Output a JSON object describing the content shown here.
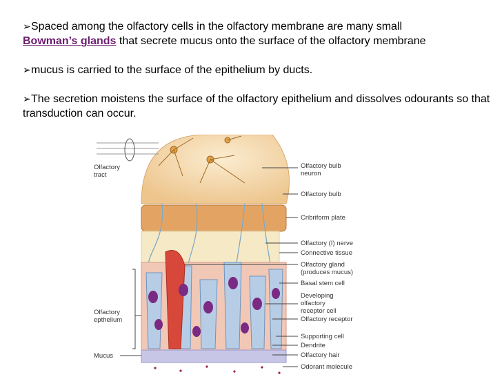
{
  "bullets": {
    "b1_part1": "Spaced among the olfactory cells in the olfactory membrane are many small",
    "b1_highlight": "Bowman’s glands",
    "b1_part2": "that secrete mucus onto the surface of the olfactory membrane",
    "b2": "mucus  is carried to the surface of the epithelium by ducts.",
    "b3": "The secretion moistens the surface of the olfactory epithelium and dissolves odourants so that transduction can occur."
  },
  "labels_left": {
    "olfactory_tract_1": "Olfactory",
    "olfactory_tract_2": "tract",
    "epithelium_1": "Olfactory",
    "epithelium_2": "epthelium",
    "mucus": "Mucus"
  },
  "labels_right": {
    "bulb_neuron_1": "Olfactory bulb",
    "bulb_neuron_2": "neuron",
    "bulb": "Olfactory bulb",
    "cribriform": "Cribriform plate",
    "nerve": "Olfactory (I) nerve",
    "connective": "Connective tissue",
    "gland_1": "Olfactory gland",
    "gland_2": "(produces mucus)",
    "basal": "Basal stem cell",
    "developing_1": "Developing",
    "developing_2": "olfactory",
    "developing_3": "receptor cell",
    "receptor": "Olfactory receptor",
    "supporting": "Supporting cell",
    "dendrite": "Dendrite",
    "hair": "Olfactory hair",
    "odorant": "Odorant molecule"
  },
  "colors": {
    "highlight": "#6b1d6e",
    "bulb": "#f3d8a8",
    "cribriform": "#e3a463",
    "connective": "#f6eac6",
    "receptor_cell": "#b7cde6",
    "supporting_cell": "#f1c7b6",
    "nucleus": "#7b2a83",
    "gland": "#d8483a",
    "mucus": "#c8c6e6"
  }
}
